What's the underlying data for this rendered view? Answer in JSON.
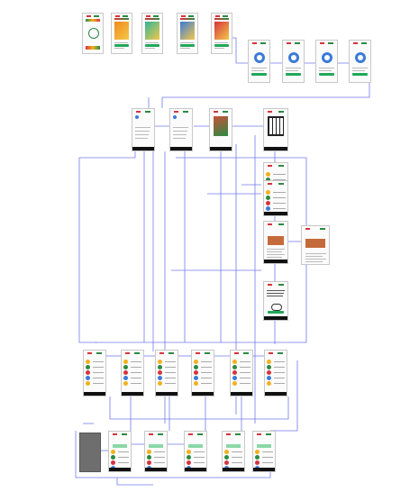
{
  "diagram": {
    "type": "ux-flow-storyboard",
    "colors": {
      "connector": "#5b63e8",
      "frame_border": "#c8c8c8",
      "frame_bg": "#fbfbfb",
      "brand_red": "#d6343c",
      "brand_green": "#2d8a43",
      "accent_blue": "#3b7bd8",
      "nav_bar": "#111111",
      "placeholder_gray": "#6e6e6e"
    },
    "screens": [
      {
        "id": "s1",
        "kind": "splash-logo"
      },
      {
        "id": "s2",
        "kind": "onboarding-hero",
        "accent": "#f08a1c"
      },
      {
        "id": "s3",
        "kind": "onboarding-hero",
        "accent": "#2fb59a"
      },
      {
        "id": "s4",
        "kind": "onboarding-hero",
        "accent": "#3b7bd8"
      },
      {
        "id": "s5",
        "kind": "onboarding-hero",
        "accent": "#d6343c"
      },
      {
        "id": "s6",
        "kind": "permission-badge"
      },
      {
        "id": "s7",
        "kind": "permission-badge"
      },
      {
        "id": "s8",
        "kind": "permission-badge"
      },
      {
        "id": "s9",
        "kind": "permission-badge"
      },
      {
        "id": "s10",
        "kind": "home-list"
      },
      {
        "id": "s11",
        "kind": "home-list"
      },
      {
        "id": "s12",
        "kind": "promo-image",
        "accent": "#c5523a"
      },
      {
        "id": "s13",
        "kind": "dark-grid"
      },
      {
        "id": "s14",
        "kind": "list"
      },
      {
        "id": "s15",
        "kind": "list"
      },
      {
        "id": "s16",
        "kind": "article"
      },
      {
        "id": "s17",
        "kind": "article-detail"
      },
      {
        "id": "s18",
        "kind": "cloud-upload"
      },
      {
        "id": "s19",
        "kind": "list"
      },
      {
        "id": "s20",
        "kind": "list"
      },
      {
        "id": "s21",
        "kind": "list"
      },
      {
        "id": "s22",
        "kind": "list"
      },
      {
        "id": "s23",
        "kind": "list"
      },
      {
        "id": "s24",
        "kind": "list"
      },
      {
        "id": "s25",
        "kind": "placeholder"
      },
      {
        "id": "s26",
        "kind": "table-list"
      },
      {
        "id": "s27",
        "kind": "table-list"
      },
      {
        "id": "s28",
        "kind": "table-list"
      },
      {
        "id": "s29",
        "kind": "table-list"
      },
      {
        "id": "s30",
        "kind": "table-list"
      }
    ]
  }
}
